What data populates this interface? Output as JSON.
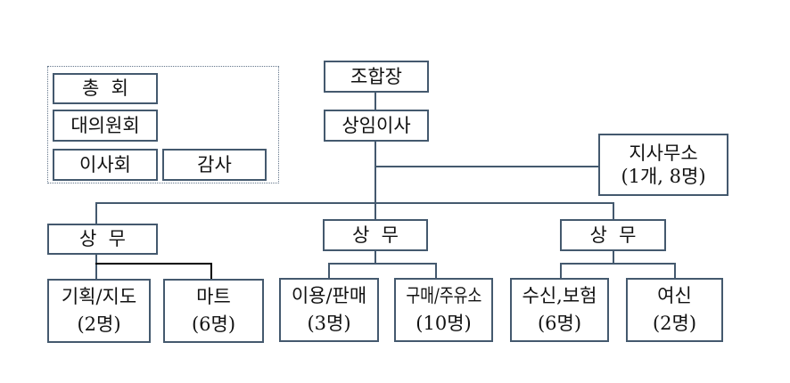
{
  "diagram": {
    "type": "org-chart",
    "language": "ko"
  },
  "colors": {
    "border": "#44596e",
    "line": "#44596e",
    "line_black": "#000000",
    "dotted": "#63758a",
    "text": "#111111",
    "background": "#ffffff"
  },
  "nodes": {
    "president": {
      "label": "조합장"
    },
    "standing_director": {
      "label": "상임이사"
    },
    "general_meeting": {
      "label": "총  회"
    },
    "delegate_council": {
      "label": "대의원회"
    },
    "board_of_directors": {
      "label": "이사회"
    },
    "auditor": {
      "label": "감사"
    },
    "branch_office": {
      "label": "지사무소",
      "sub": "(1개, 8명)"
    },
    "managing_director_left": {
      "label": "상  무"
    },
    "managing_director_center": {
      "label": "상  무"
    },
    "managing_director_right": {
      "label": "상  무"
    },
    "planning_guidance": {
      "label": "기획/지도",
      "sub": "(2명)"
    },
    "mart": {
      "label": "마트",
      "sub": "(6명)"
    },
    "use_sales": {
      "label": "이용/판매",
      "sub": "(3명)"
    },
    "purchase_gas_station": {
      "label": "구매/주유소",
      "sub": "(10명)"
    },
    "deposit_insurance": {
      "label": "수신,보험",
      "sub": "(6명)"
    },
    "credit": {
      "label": "여신",
      "sub": "(2명)"
    }
  }
}
